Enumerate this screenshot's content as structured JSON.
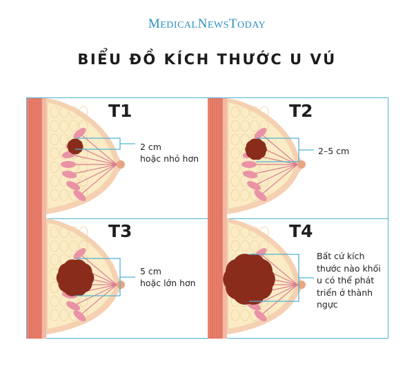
{
  "header": {
    "brand_medical": "Medical",
    "brand_news": "News",
    "brand_today": "Today",
    "title": "BIỂU ĐỒ KÍCH THƯỚC U VÚ"
  },
  "colors": {
    "frame": "#4fb2d6",
    "brand": "#2a8fc0",
    "tumor": "#8a2c1c",
    "skin": "#f6d0b3",
    "fat": "#fbecc6",
    "lobule": "#ea92a6",
    "muscle": "#e9826e"
  },
  "panels": [
    {
      "stage": "T1",
      "description": "2 cm\nhoặc nhỏ hơn"
    },
    {
      "stage": "T2",
      "description": "2–5 cm"
    },
    {
      "stage": "T3",
      "description": "5 cm\nhoặc lớn hơn"
    },
    {
      "stage": "T4",
      "description": "Bất cứ kích thước nào khối u có thể phát triển ở thành ngực"
    }
  ]
}
